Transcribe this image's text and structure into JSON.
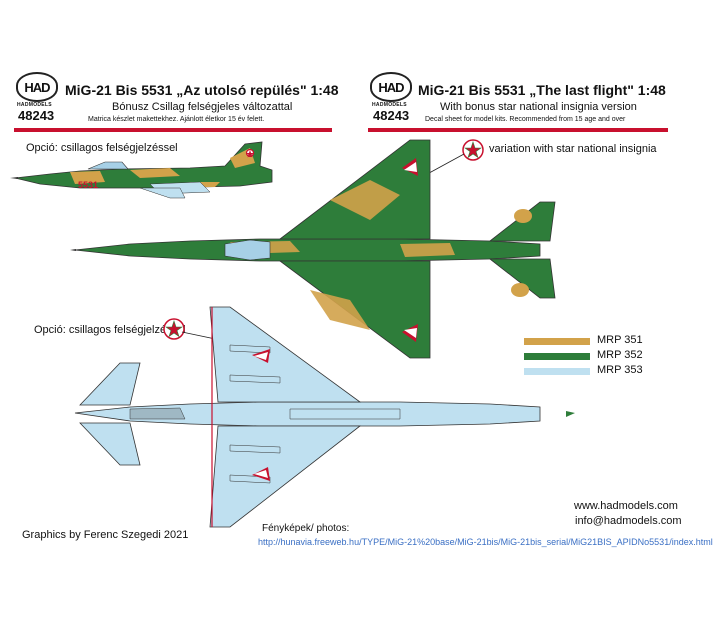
{
  "header_hu": {
    "logo": "HAD",
    "brand": "HADMODELS",
    "code": "48243",
    "title": "MiG-21 Bis  5531   „Az utolsó repülés\"   1:48",
    "subtitle": "Bónusz Csillag felségjeles változattal",
    "note": "Matrica készlet makettekhez. Ajánlott életkor 15 év felett."
  },
  "header_en": {
    "logo": "HAD",
    "brand": "HADMODELS",
    "code": "48243",
    "title": "MiG-21 Bis  5531   „The last flight\"   1:48",
    "subtitle": "With bonus star national insignia version",
    "note": "Decal sheet for model kits. Recommended from 15 age and over"
  },
  "labels": {
    "option_side": "Opció: csillagos felségjelzéssel",
    "variation": "variation with star national insignia",
    "option_bottom": "Opció: csillagos felségjelzéssel",
    "serial": "5531"
  },
  "paints": [
    {
      "name": "MRP 351",
      "color": "#d2a24a"
    },
    {
      "name": "MRP 352",
      "color": "#2e7d3a"
    },
    {
      "name": "MRP 353",
      "color": "#bfe0f0"
    }
  ],
  "footer": {
    "credit": "Graphics by Ferenc Szegedi 2021",
    "photos": "Fényképek/ photos:",
    "url": "http://hunavia.freeweb.hu/TYPE/MiG-21%20base/MiG-21bis/MiG-21bis_serial/MiG21BIS_APIDNo5531/index.html",
    "web": "www.hadmodels.com",
    "email": "info@hadmodels.com"
  },
  "colors": {
    "green": "#2e7d3a",
    "tan": "#d2a24a",
    "light_blue": "#bfe0f0",
    "red": "#c8102e"
  }
}
